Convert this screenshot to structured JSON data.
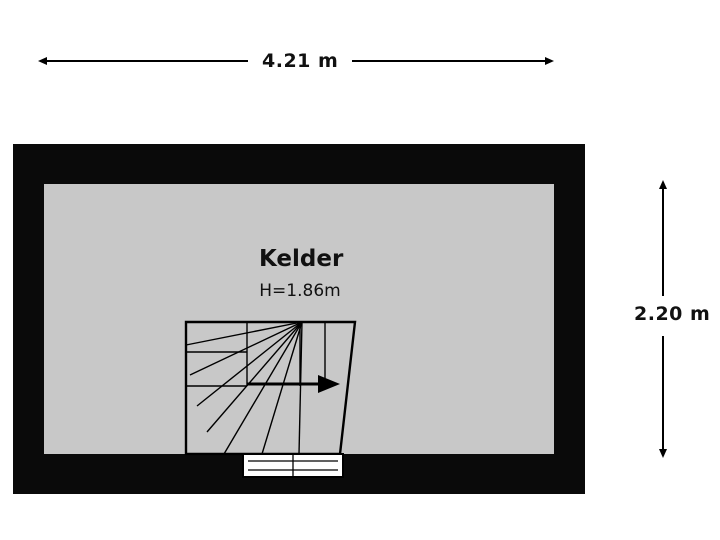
{
  "plan": {
    "title_room": "Kelder",
    "room_height_label": "H=1.86m",
    "dimensions": {
      "top": "4.21 m",
      "right": "2.20 m"
    },
    "colors": {
      "wall": "#0a0a0a",
      "floor": "#c8c8c8",
      "background": "#ffffff",
      "line": "#000000",
      "text": "#111111"
    }
  }
}
